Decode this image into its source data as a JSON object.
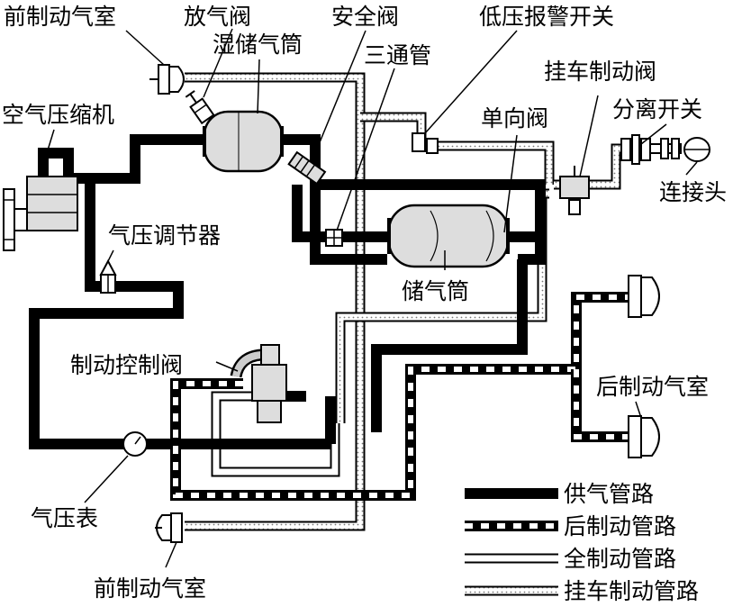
{
  "labels": {
    "front_chamber_top": "前制动气室",
    "bleed_valve": "放气阀",
    "wet_tank": "湿储气筒",
    "safety_valve": "安全阀",
    "three_way": "三通管",
    "low_pressure_switch": "低压报警开关",
    "compressor": "空气压缩机",
    "check_valve": "单向阀",
    "trailer_brake_valve": "挂车制动阀",
    "separation_switch": "分离开关",
    "connector": "连接头",
    "pressure_regulator": "气压调节器",
    "air_tank": "储气筒",
    "brake_control_valve": "制动控制阀",
    "rear_chamber": "后制动气室",
    "pressure_gauge": "气压表",
    "front_chamber_bottom": "前制动气室"
  },
  "legend": [
    {
      "style": "supply",
      "label": "供气管路"
    },
    {
      "style": "rear",
      "label": "后制动管路"
    },
    {
      "style": "full",
      "label": "全制动管路"
    },
    {
      "style": "trailer",
      "label": "挂车制动管路"
    }
  ],
  "colors": {
    "ink": "#000000",
    "paper": "#ffffff",
    "body": "#dddddd",
    "dots": "#777777"
  }
}
